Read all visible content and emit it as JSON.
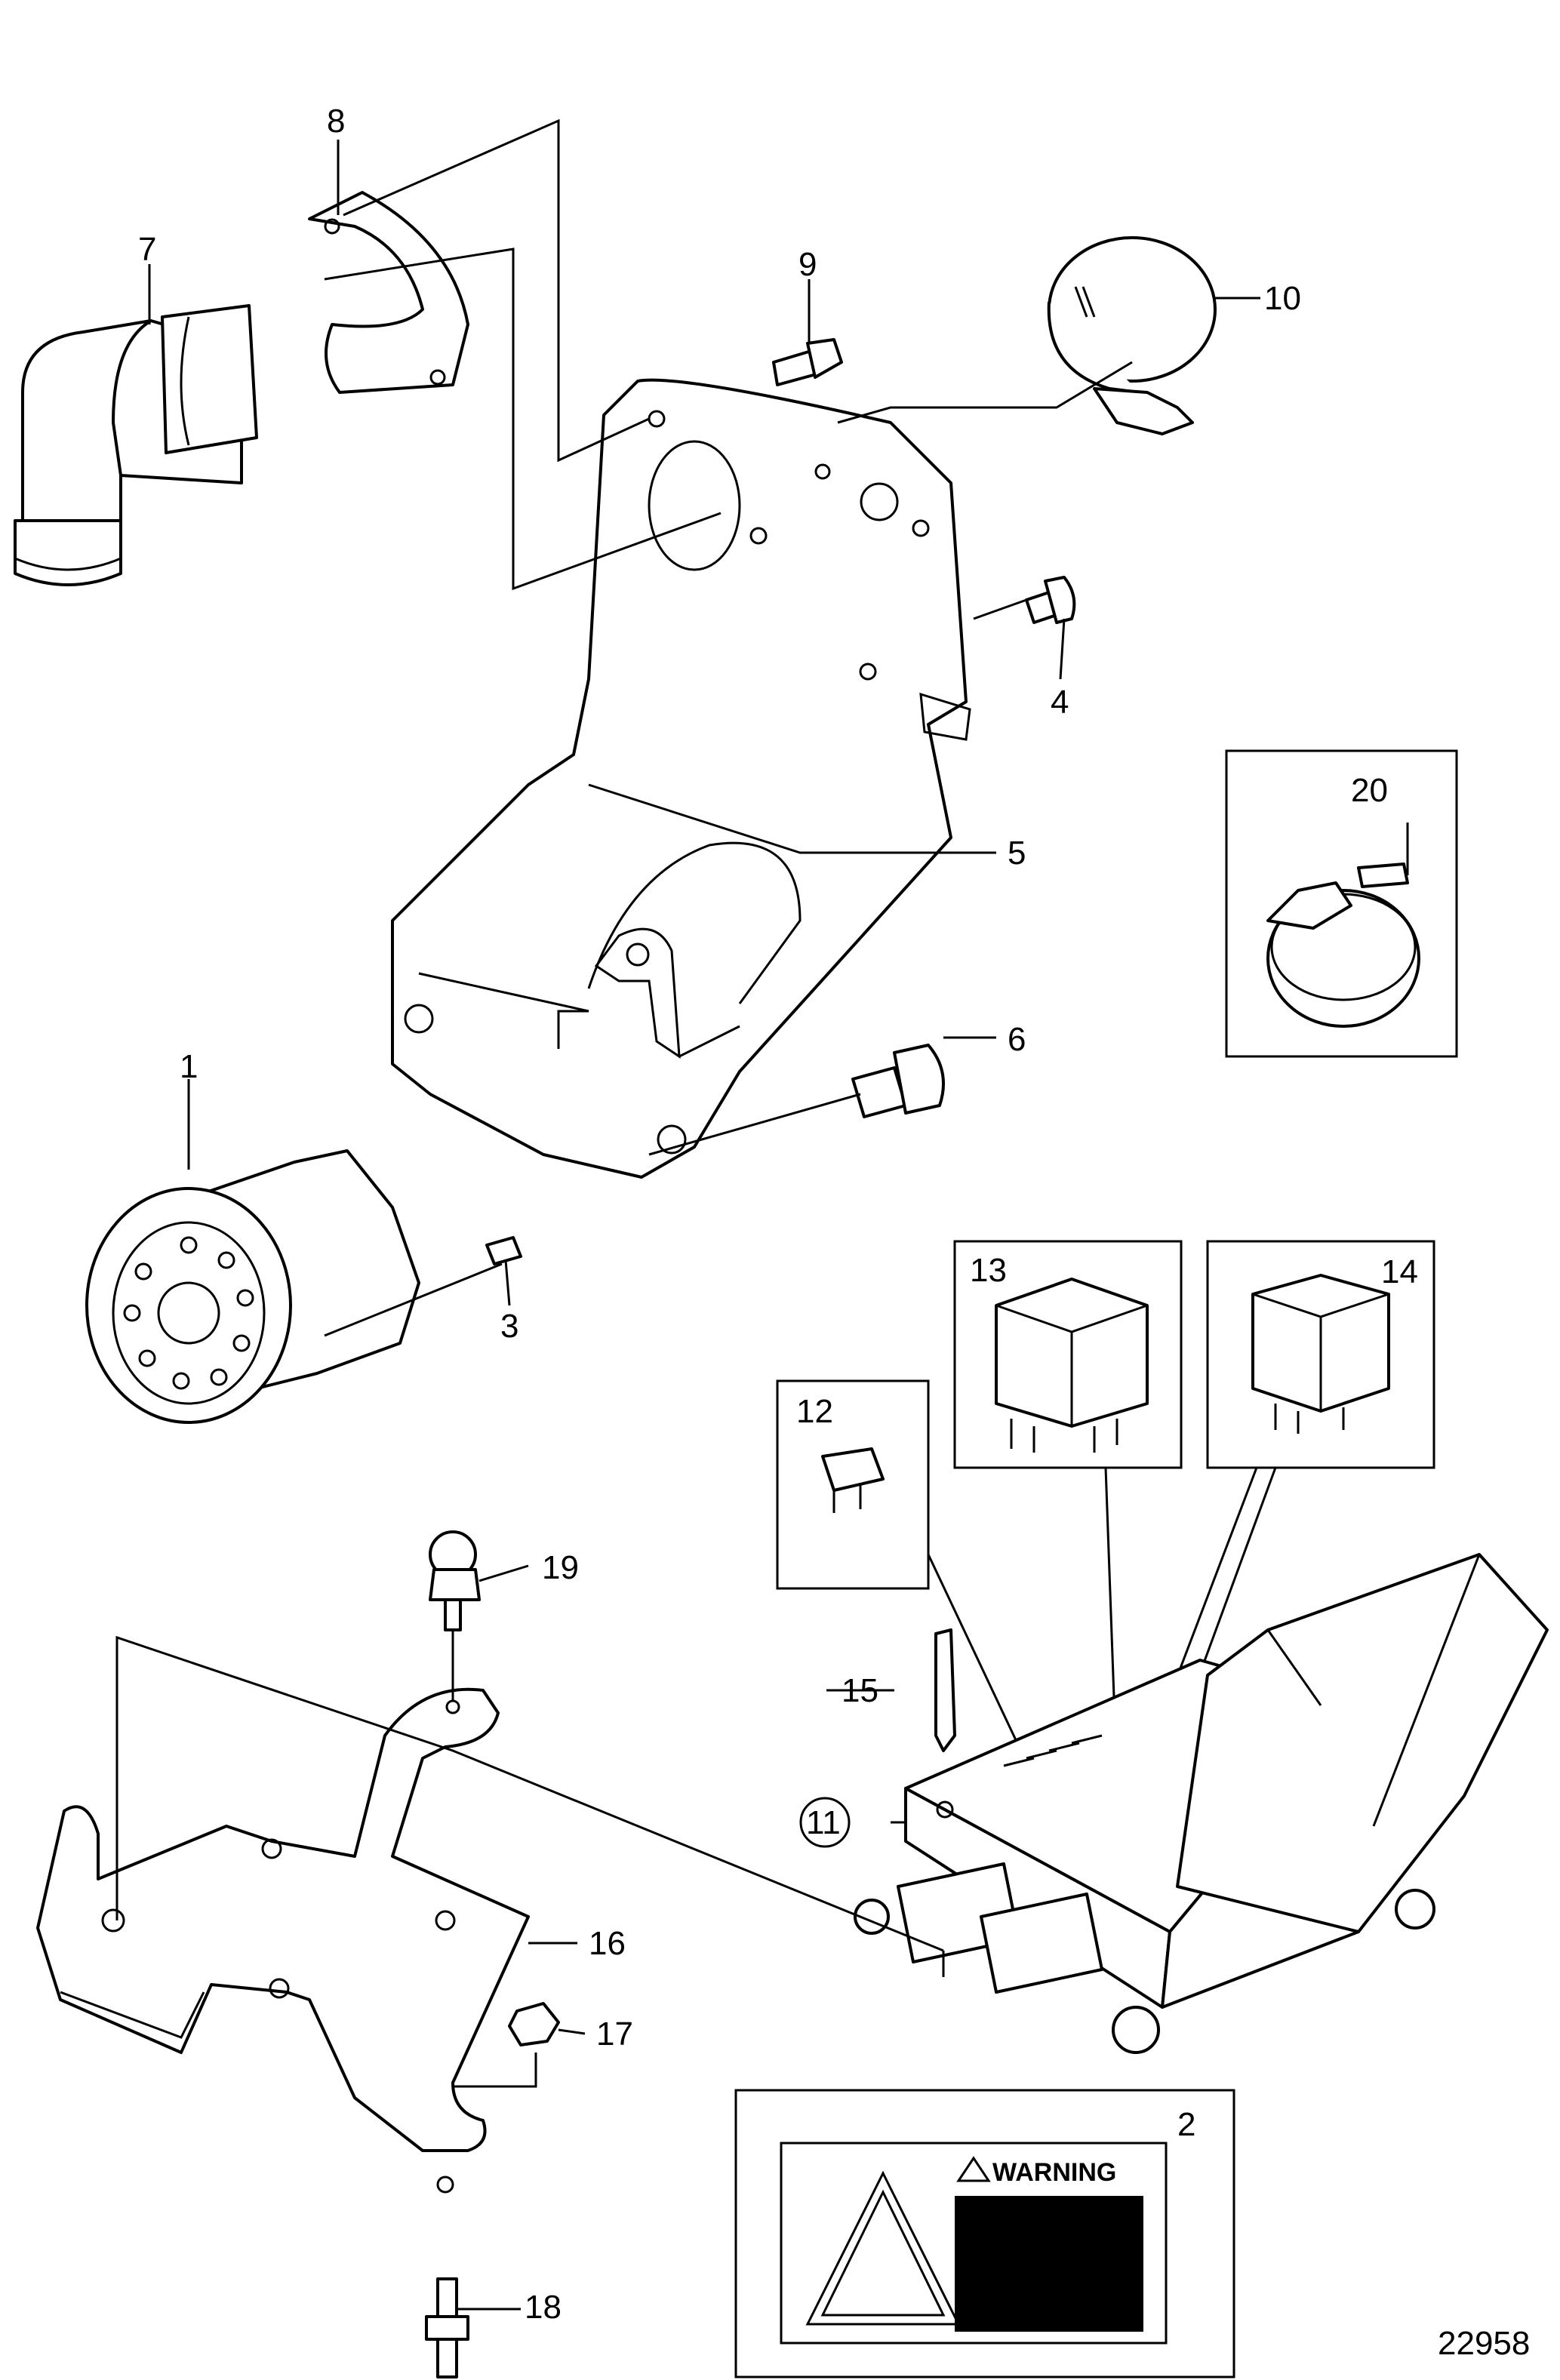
{
  "diagram": {
    "callouts": [
      "1",
      "2",
      "3",
      "4",
      "5",
      "6",
      "7",
      "8",
      "9",
      "10",
      "11",
      "12",
      "13",
      "14",
      "15",
      "16",
      "17",
      "18",
      "19",
      "20"
    ],
    "warning_label": "WARNING",
    "figure_number": "22958"
  }
}
